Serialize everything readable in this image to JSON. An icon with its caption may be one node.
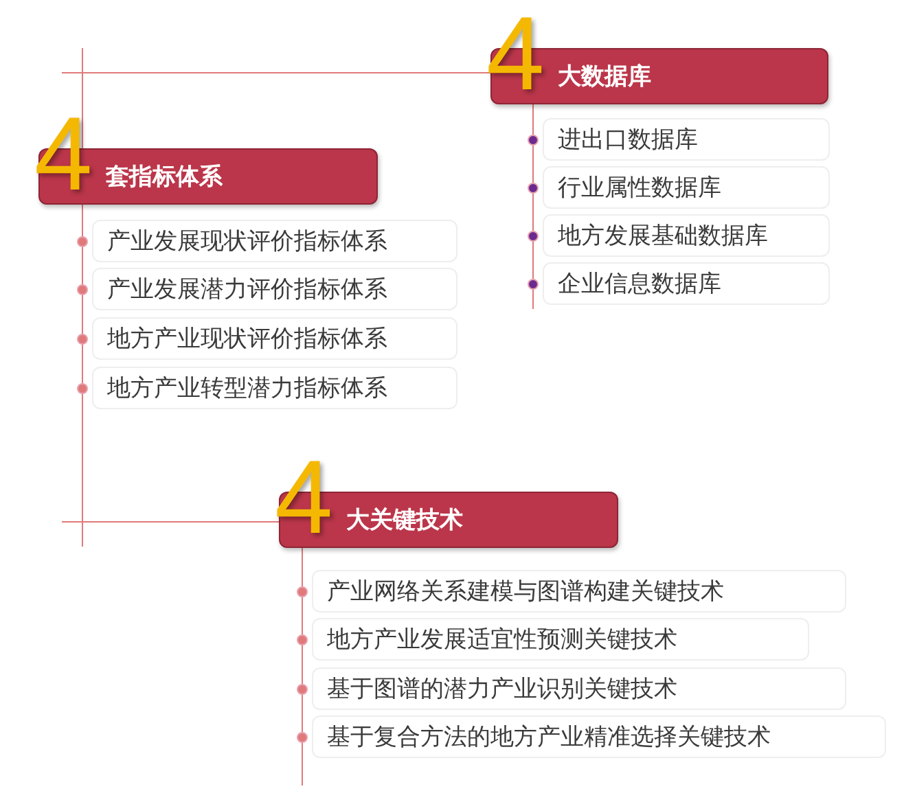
{
  "diagram": {
    "nodes": [
      {
        "text": [
          "4",
          "大数据库"
        ]
      },
      {
        "text": [
          "进出口数据库"
        ]
      },
      {
        "text": [
          "行业属性数据库"
        ]
      },
      {
        "text": [
          "地方发展基础数据库"
        ]
      },
      {
        "text": [
          "企业信息数据库"
        ]
      },
      {
        "text": [
          "4",
          "套指标体系"
        ]
      },
      {
        "text": [
          "产业发展现状评价指标体系"
        ]
      },
      {
        "text": [
          "产业发展潜力评价指标体系"
        ]
      },
      {
        "text": [
          "地方产业现状评价指标体系"
        ]
      },
      {
        "text": [
          "地方产业转型潜力指标体系"
        ]
      },
      {
        "text": [
          "4",
          "大关键技术"
        ]
      },
      {
        "text": [
          "产业网络关系建模与图谱构建关键技术"
        ]
      },
      {
        "text": [
          "地方产业发展适宜性预测关键技术"
        ]
      },
      {
        "text": [
          "基于图谱的潜力产业识别关键技术"
        ]
      },
      {
        "text": [
          "基于复合方法的地方产业精准选择关键技术"
        ]
      }
    ]
  }
}
